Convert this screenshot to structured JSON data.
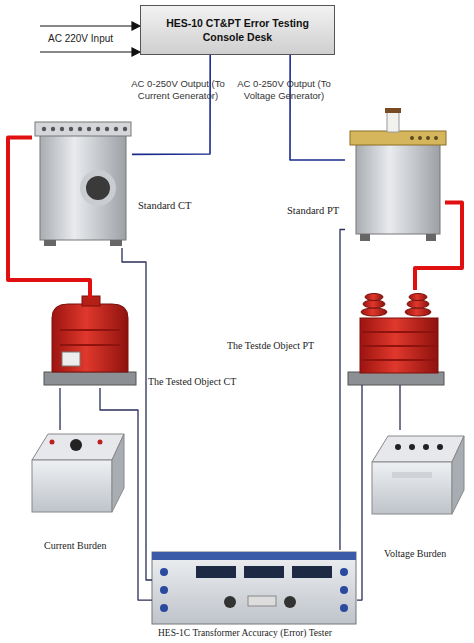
{
  "diagram": {
    "nodes": [
      {
        "text": [
          "HES-10 CT&PT Error Testing Console Desk"
        ]
      },
      {
        "text": [
          "Standard CT"
        ]
      },
      {
        "text": [
          "Standard PT"
        ]
      },
      {
        "text": [
          "The Tested Object CT"
        ]
      },
      {
        "text": [
          "The Testde Object PT"
        ]
      },
      {
        "text": [
          "Current Burden"
        ]
      },
      {
        "text": [
          "Voltage Burden"
        ]
      },
      {
        "text": [
          "HES-1C Transformer Accuracy (Error) Tester"
        ]
      }
    ],
    "edges": [
      {
        "from": 0,
        "to": 1,
        "label": "AC 0-250V Output (To Current Generator)",
        "arrow": "none"
      },
      {
        "from": 0,
        "to": 2,
        "label": "AC 0-250V Output (To Voltage Generator)",
        "arrow": "none"
      },
      {
        "from": 1,
        "to": 3,
        "arrow": "none"
      },
      {
        "from": 1,
        "to": 7,
        "arrow": "none"
      },
      {
        "from": 3,
        "to": 5,
        "arrow": "none"
      },
      {
        "from": 3,
        "to": 7,
        "arrow": "none"
      },
      {
        "from": 2,
        "to": 4,
        "arrow": "none"
      },
      {
        "from": 2,
        "to": 7,
        "arrow": "none"
      },
      {
        "from": 4,
        "to": 6,
        "arrow": "none"
      },
      {
        "from": 4,
        "to": 7,
        "arrow": "none"
      }
    ],
    "labels": [
      "AC 220V Input"
    ]
  }
}
